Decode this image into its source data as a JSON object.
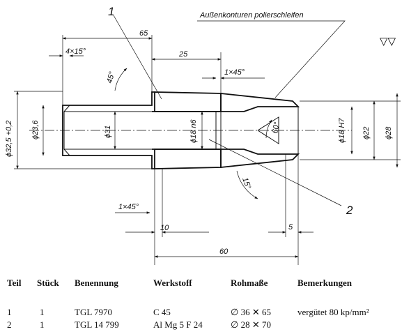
{
  "drawing": {
    "callouts": {
      "part1": "1",
      "part2": "2",
      "surface_note": "Außenkonturen polierschleifen"
    },
    "surface_symbol": "▽▽",
    "dims": {
      "overall_length": "65",
      "chamfer_top": "4×15°",
      "bore_depth": "25",
      "chamfer_inner": "1×45°",
      "angle_45": "45°",
      "dia_32": "ϕ32,5 +0,2",
      "dia_23": "ϕ23,6",
      "dia_31": "ϕ31",
      "dia_18_n6": "ϕ18 n6",
      "angle_60": "60°",
      "angle_15": "15°",
      "dia_18_h7": "ϕ18 H7",
      "dia_22": "ϕ22",
      "dia_28": "ϕ28",
      "chamfer_bottom": "1×45°",
      "len_10": "10",
      "len_5": "5",
      "len_60": "60"
    }
  },
  "table": {
    "headers": [
      "Teil",
      "Stück",
      "Benennung",
      "Werkstoff",
      "Rohmaße",
      "Bemerkungen"
    ],
    "rows": [
      {
        "teil": "1",
        "stueck": "1",
        "benennung": "TGL 7970",
        "werkstoff": "C 45",
        "rohmass_a": "36",
        "rohmass_b": "65",
        "bemerkung": "vergütet  80 kp/mm²"
      },
      {
        "teil": "2",
        "stueck": "1",
        "benennung": "TGL 14 799",
        "werkstoff": "Al Mg 5 F 24",
        "rohmass_a": "28",
        "rohmass_b": "70",
        "bemerkung": ""
      }
    ]
  }
}
